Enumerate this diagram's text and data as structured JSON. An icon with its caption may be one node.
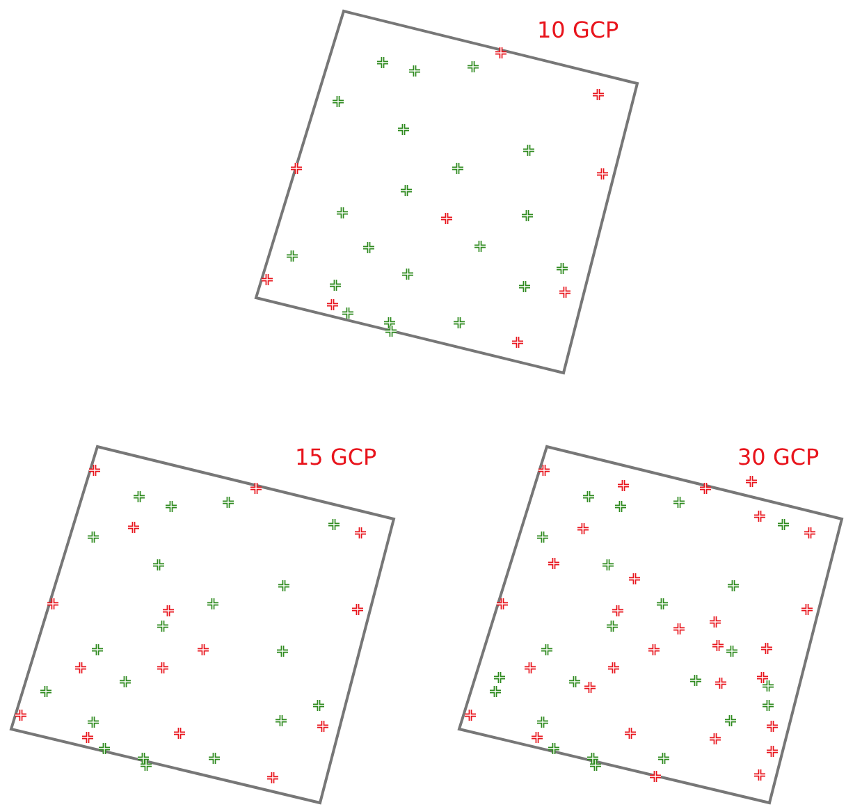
{
  "diagram": {
    "nodes": [
      {
        "text": [
          "10 GCP"
        ]
      },
      {
        "text": [
          "15 GCP"
        ]
      },
      {
        "text": [
          "30 GCP"
        ]
      }
    ]
  }
}
